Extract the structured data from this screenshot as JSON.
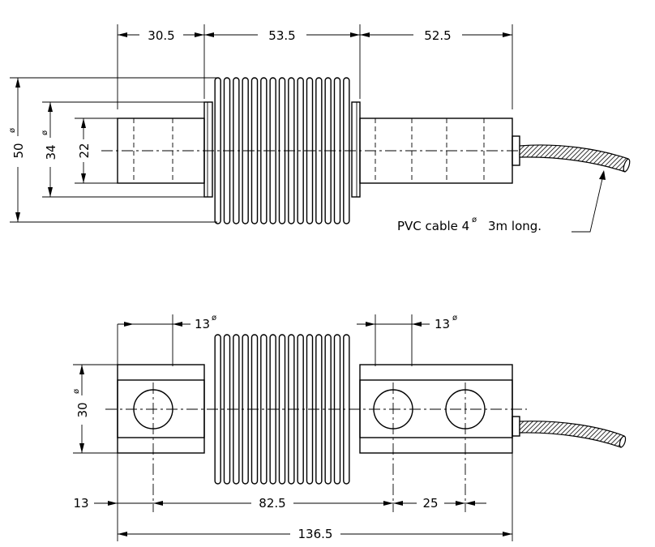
{
  "top_view": {
    "dim_left": "30.5",
    "dim_middle": "53.5",
    "dim_right": "52.5",
    "dia_outer": "50",
    "dia_flange": "34",
    "height_body": "22",
    "diameter_symbol": "ø",
    "cable_note": "PVC cable 4",
    "cable_note_sup": "ø",
    "cable_note_tail": "3m long."
  },
  "bottom_view": {
    "hole_left": "13",
    "hole_right": "13",
    "width_dia": "30",
    "dim_offset": "13",
    "dim_centers": "82.5",
    "dim_spacing": "25",
    "dim_total": "136.5",
    "diameter_symbol": "ø"
  }
}
